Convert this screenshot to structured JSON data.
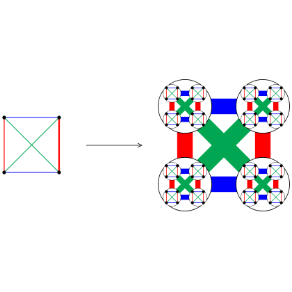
{
  "diagram": {
    "colors": {
      "outline": "#000000",
      "vertex": "#000000",
      "horizontal_edges": "#0000ff",
      "vertical_edges": "#ff0000",
      "diagonal_edges": "#00a651",
      "background": "#ffffff"
    },
    "base_graph": {
      "vertices": [
        "top-left",
        "top-right",
        "bottom-right",
        "bottom-left"
      ],
      "edges": [
        {
          "from": "top-left",
          "to": "top-right",
          "color": "horizontal_edges"
        },
        {
          "from": "bottom-left",
          "to": "bottom-right",
          "color": "horizontal_edges"
        },
        {
          "from": "top-left",
          "to": "bottom-left",
          "color": "vertical_edges"
        },
        {
          "from": "top-right",
          "to": "bottom-right",
          "color": "vertical_edges"
        },
        {
          "from": "top-left",
          "to": "bottom-right",
          "color": "diagonal_edges"
        },
        {
          "from": "top-right",
          "to": "bottom-left",
          "color": "diagonal_edges"
        }
      ]
    },
    "arrow": {
      "direction": "right"
    },
    "iterated_graph": {
      "nesting_levels": 3,
      "copies_per_level": 4
    }
  }
}
